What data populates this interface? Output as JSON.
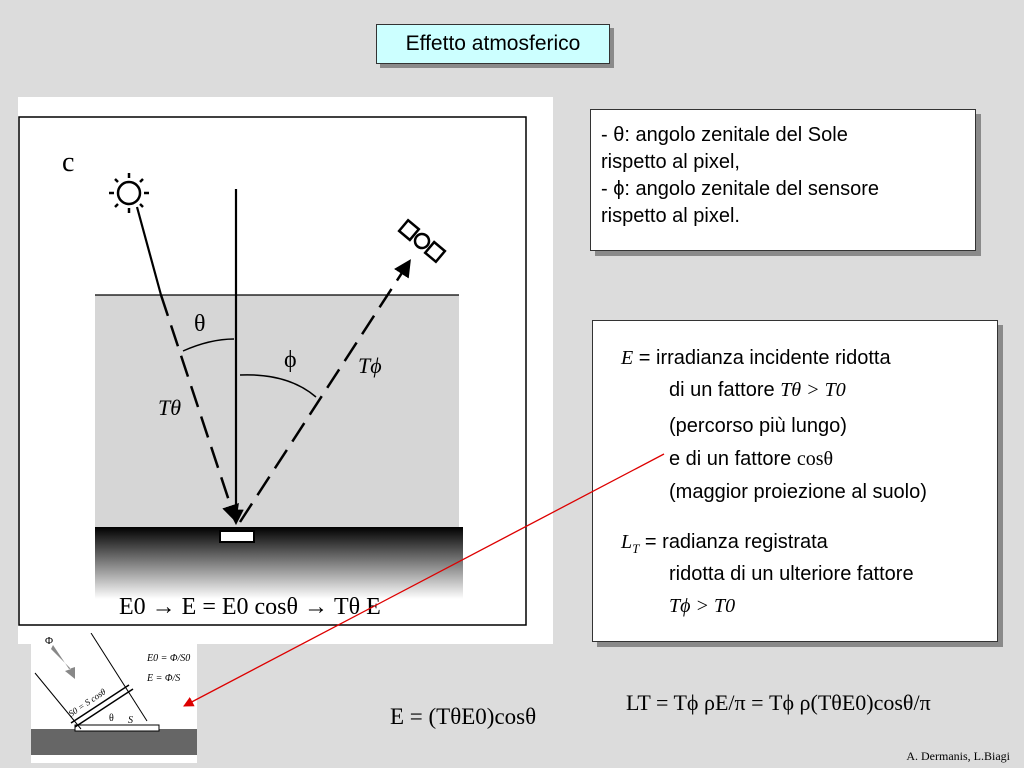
{
  "title": "Effetto atmosferico",
  "definitions": {
    "line1": "- θ: angolo zenitale del Sole",
    "line2": "rispetto al pixel,",
    "line3": "- ϕ: angolo zenitale del sensore",
    "line4": "rispetto al pixel."
  },
  "explanation": {
    "e_symbol": "E",
    "e_def": " = irradianza incidente ridotta",
    "e_line2_text": "di un fattore ",
    "e_line2_math": "Tθ > T0",
    "e_line3": "(percorso più lungo)",
    "e_line4_text": "e di un fattore ",
    "e_line4_math": "cosθ",
    "e_line5": "(maggior proiezione al suolo)",
    "lt_symbol": "L",
    "lt_sub": "T",
    "lt_def": " = radianza registrata",
    "lt_line2": "ridotta di un ulteriore fattore",
    "lt_line3_math": "Tϕ > T0"
  },
  "diagram": {
    "panel_letter": "c",
    "theta_label": "θ",
    "phi_label": "ϕ",
    "t_theta_label": "Tθ",
    "t_phi_label": "Tϕ",
    "bottom_equation": "E0 → E = E0 cosθ → Tθ E"
  },
  "small_diagram": {
    "flux_label": "Φ",
    "eq1": "E0 = Φ/S0",
    "eq2": "E = Φ/S",
    "s0_label": "S0 = S cosθ",
    "theta_label": "θ",
    "s_label": "S"
  },
  "formulas": {
    "e_formula": "E = (TθE0)cosθ",
    "lt_formula": "LT = Tϕ ρE/π = Tϕ ρ(TθE0)cosθ/π"
  },
  "credit": "A. Dermanis, L.Biagi",
  "colors": {
    "title_bg": "#ccffff",
    "arrow": "#dd0000",
    "background": "#dcdcdc"
  }
}
